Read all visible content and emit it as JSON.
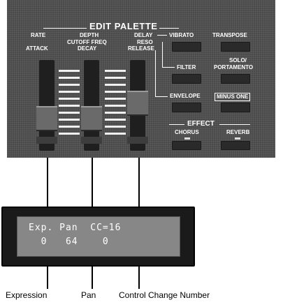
{
  "panel": {
    "title": "EDIT PALETTE",
    "labels": {
      "rate": "RATE",
      "attack": "ATTACK",
      "depth": "DEPTH",
      "cutoff_freq": "CUTOFF FREQ",
      "decay": "DECAY",
      "delay": "DELAY",
      "reso": "RESO",
      "release": "RELEASE"
    },
    "buttons": {
      "vibrato": "VIBRATO",
      "transpose": "TRANSPOSE",
      "filter": "FILTER",
      "solo_line1": "SOLO/",
      "solo_line2": "PORTAMENTO",
      "envelope": "ENVELOPE",
      "minus_one": "MINUS ONE"
    },
    "effect": {
      "title": "EFFECT",
      "chorus": "CHORUS",
      "reverb": "REVERB"
    }
  },
  "lcd": {
    "line1": "Exp. Pan  CC=16",
    "line2": "  0   64    0"
  },
  "captions": {
    "expression": "Expression",
    "pan": "Pan",
    "cc_number": "Control Change Number"
  }
}
